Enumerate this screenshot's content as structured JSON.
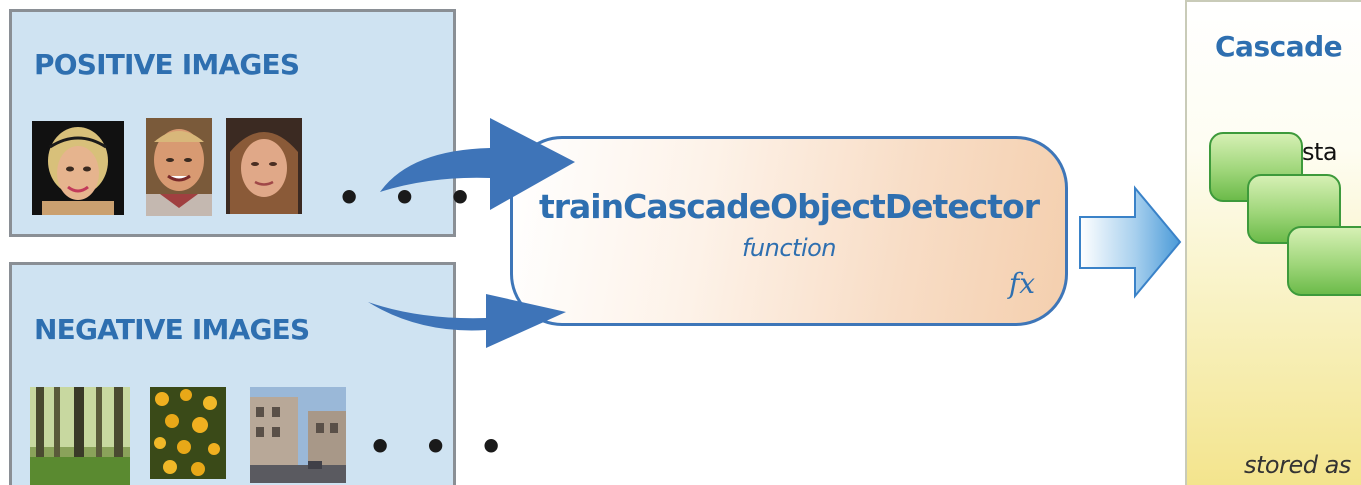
{
  "positive": {
    "title": "POSITIVE IMAGES",
    "ellipsis": "• • •"
  },
  "negative": {
    "title": "NEGATIVE IMAGES",
    "ellipsis": "• • •"
  },
  "function_box": {
    "name": "trainCascadeObjectDetector",
    "subtitle": "function",
    "fx": "fx"
  },
  "cascade": {
    "title": "Cascade",
    "stage_label": "sta",
    "stored_label": "stored as"
  },
  "colors": {
    "title_blue": "#2e6fb0",
    "arrow_blue": "#3e74b8",
    "panel_bg": "#cfe3f2",
    "stage_green": "#6cbb4a"
  }
}
